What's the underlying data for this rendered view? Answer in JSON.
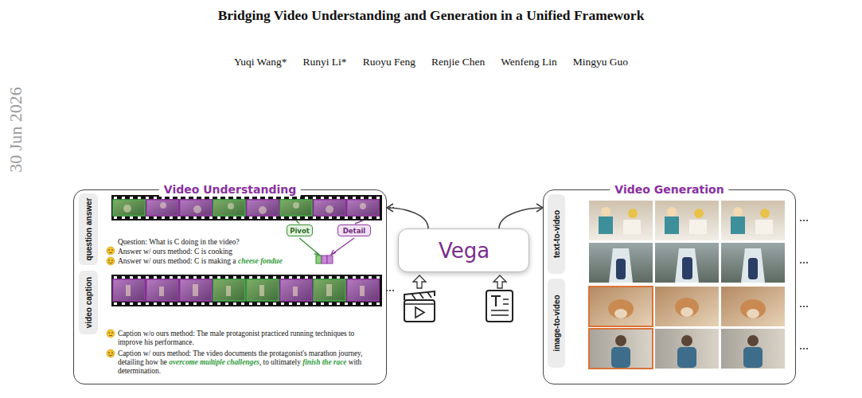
{
  "diagram": {
    "title": "Bridging Video Understanding and Generation in a Unified Framework",
    "nodes": [
      {
        "text": [
          "Video Understanding"
        ]
      },
      {
        "text": [
          "question answer"
        ],
        "in": 0
      },
      {
        "text": [
          "Pivot"
        ],
        "in": 0
      },
      {
        "text": [
          "Detail"
        ],
        "in": 0
      },
      {
        "text": [
          "video caption"
        ],
        "in": 0
      },
      {
        "text": [
          "Vega"
        ]
      },
      {
        "text": [
          "Video Generation"
        ]
      },
      {
        "text": [
          "text-to-video"
        ],
        "in": 6
      },
      {
        "text": [
          "image-to-video"
        ],
        "in": 6
      }
    ],
    "edges": [
      {
        "from": 5,
        "to": 0,
        "arrow": "to"
      },
      {
        "from": 5,
        "to": 6,
        "arrow": "to"
      }
    ],
    "labels": [
      "Yuqi Wang*",
      "Runyi Li*",
      "Ruoyu Feng",
      "Renjie Chen",
      "Wenfeng Lin",
      "Mingyu Guo",
      "30 Jun 2026",
      "Question: What is C doing in the video?",
      "Answer w/ ours method: C is cooking",
      "Answer w/ ours method: C is making a",
      "cheese fondue",
      "Caption w/o ours method: The male protagonist practiced running techniques to improve his performance.",
      "Caption w/ ours method: The video documents the protagonist's marathon journey, detailing how he",
      "overcome multiple challenges",
      ", to ultimately",
      "finish the race",
      "with determination."
    ]
  }
}
